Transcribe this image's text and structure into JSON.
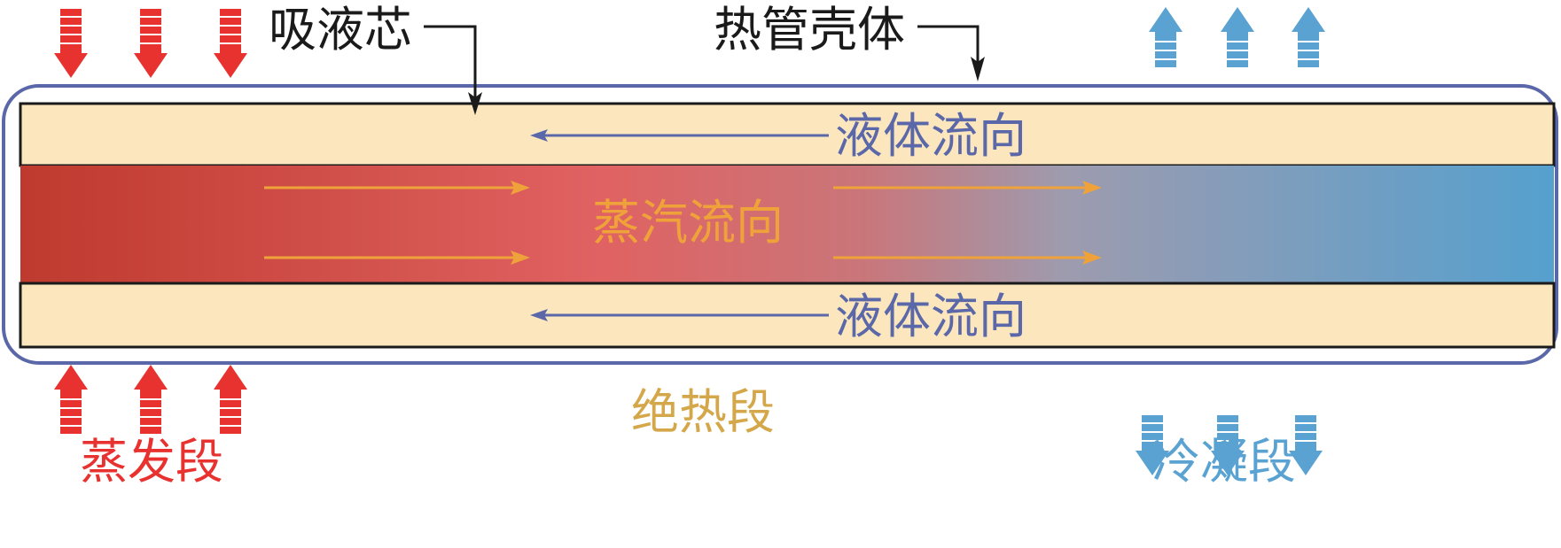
{
  "labels": {
    "wick": "吸液芯",
    "shell": "热管壳体",
    "liquid_flow_top": "液体流向",
    "liquid_flow_bottom": "液体流向",
    "vapor_flow": "蒸汽流向",
    "adiabatic": "绝热段",
    "evaporator": "蒸发段",
    "condenser": "冷凝段"
  },
  "colors": {
    "shell": "#5a67a8",
    "wick_fill": "#fbe6bd",
    "hot": "#c0392b",
    "warm": "#e06262",
    "mid": "#9e9bae",
    "cold": "#55a0cf",
    "heat_in": "#e8322f",
    "heat_out": "#5aa2d2",
    "vapor_arrow": "#f0a23a",
    "liquid_arrow": "#5a67a8",
    "adiabatic_text": "#d4a84a"
  }
}
